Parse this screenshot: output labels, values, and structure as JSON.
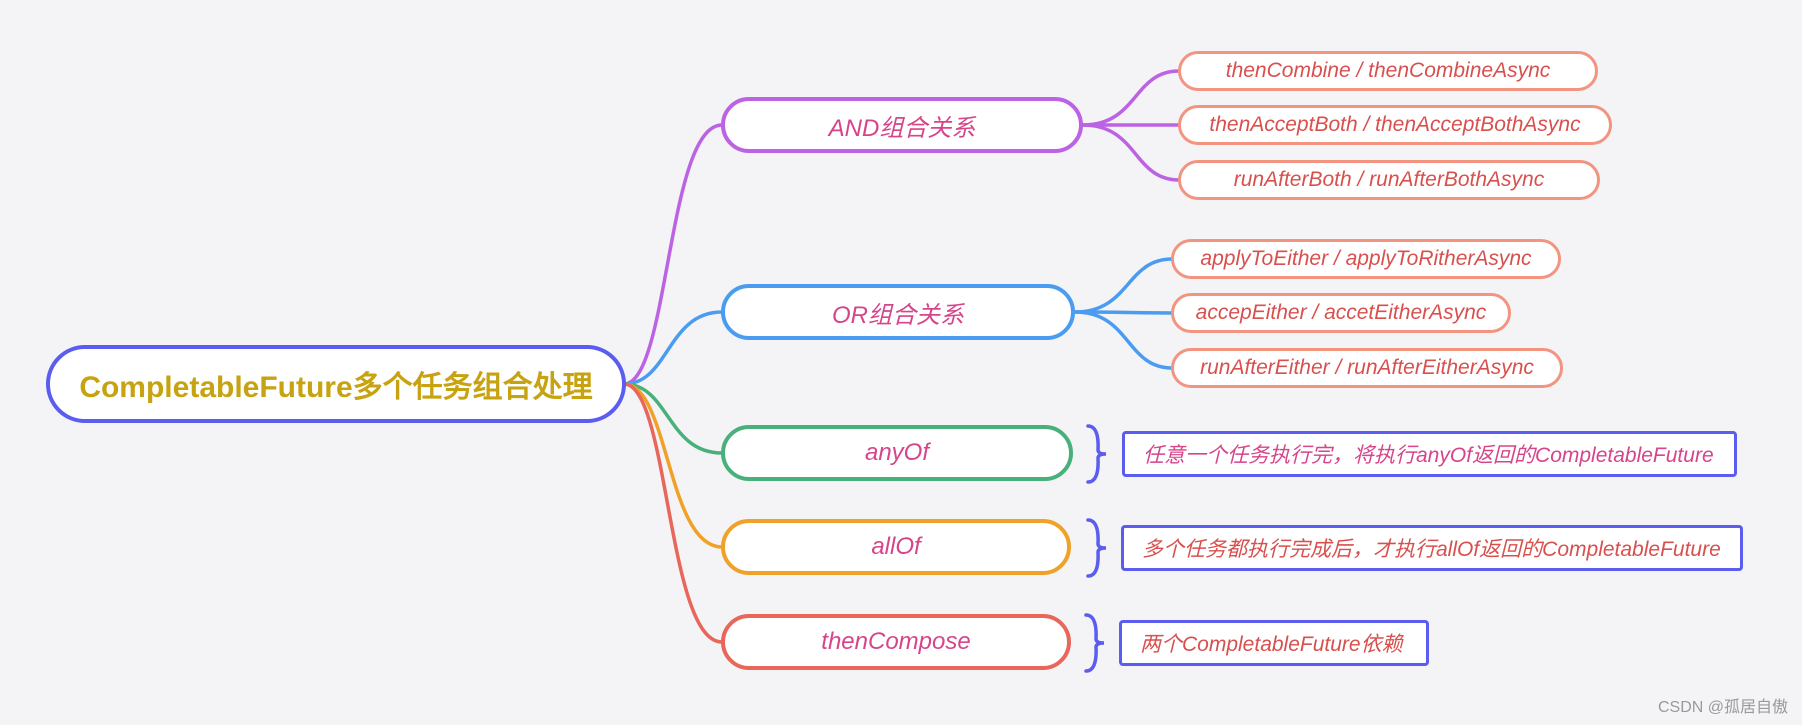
{
  "root": {
    "label": "CompletableFuture多个任务组合处理"
  },
  "branches": [
    {
      "label": "AND组合关系",
      "color": "#bb63e3",
      "children": [
        "thenCombine /  thenCombineAsync",
        "thenAcceptBoth / thenAcceptBothAsync",
        "runAfterBoth / runAfterBothAsync"
      ]
    },
    {
      "label": "OR组合关系",
      "color": "#4a9cf0",
      "children": [
        "applyToEither / applyToRitherAsync",
        "accepEither / accetEitherAsync",
        "runAfterEither / runAfterEitherAsync"
      ]
    },
    {
      "label": "anyOf",
      "color": "#48b07a",
      "note": "任意一个任务执行完，将执行anyOf返回的CompletableFuture"
    },
    {
      "label": "allOf",
      "color": "#f0a127",
      "note": "多个任务都执行完成后，才执行allOf返回的CompletableFuture"
    },
    {
      "label": "thenCompose",
      "color": "#e8665a",
      "note": "两个CompletableFuture依赖"
    }
  ],
  "colors": {
    "root_border": "#5b5cf0",
    "leaf_border": "#f2947f",
    "note_border": "#5b5cf0",
    "brace": "#5b5cf0"
  },
  "watermark": "CSDN @孤居自傲"
}
